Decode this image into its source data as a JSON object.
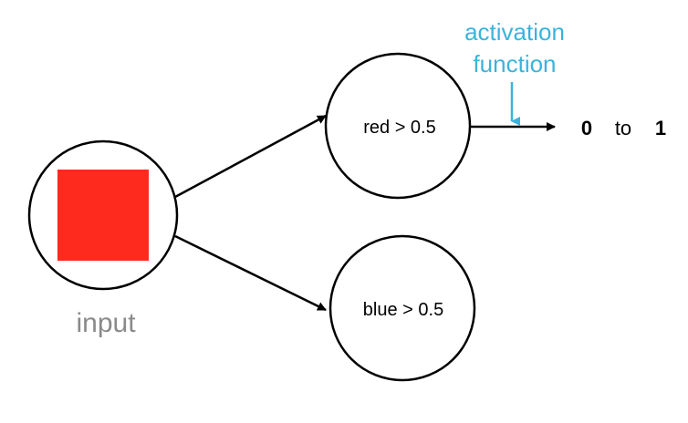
{
  "input": {
    "label": "input",
    "label_color": "#8a8a8a",
    "swatch_color": "#ff2a1e"
  },
  "nodes": [
    {
      "id": "red",
      "label": "red > 0.5"
    },
    {
      "id": "blue",
      "label": "blue > 0.5"
    }
  ],
  "annotation": {
    "line1": "activation",
    "line2": "function",
    "color": "#3bb3dc"
  },
  "output_range": {
    "low": "0",
    "to": "to",
    "high": "1"
  }
}
